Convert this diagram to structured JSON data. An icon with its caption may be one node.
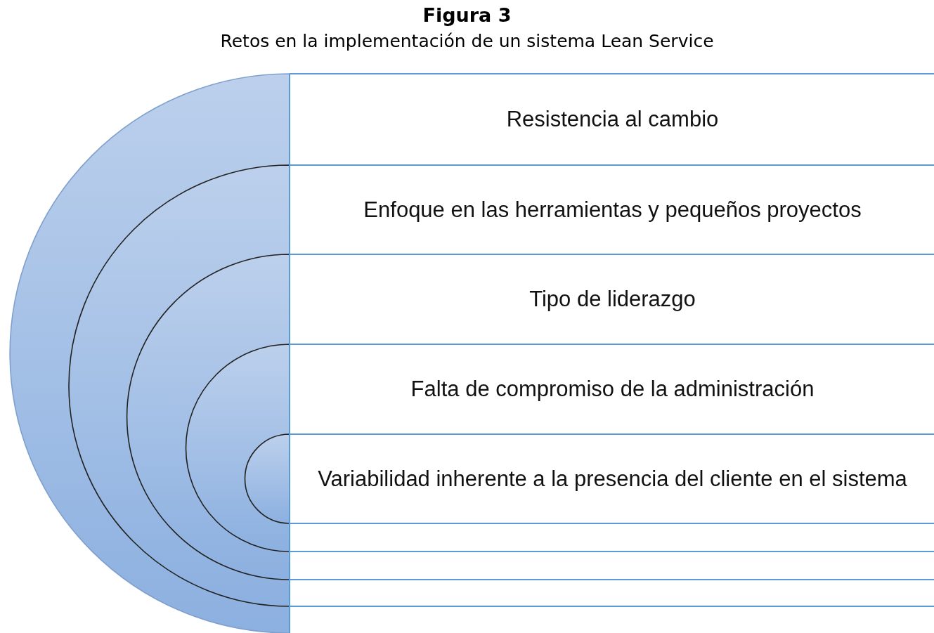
{
  "diagram": {
    "title": "Figura 3",
    "nodes": [
      {
        "text": [
          "Resistencia al cambio"
        ]
      },
      {
        "text": [
          "Enfoque en las herramientas y pequeños proyectos"
        ]
      },
      {
        "text": [
          "Tipo de liderazgo"
        ]
      },
      {
        "text": [
          "Falta de compromiso de la administración"
        ]
      },
      {
        "text": [
          "Variabilidad inherente a la presencia del cliente en el sistema"
        ]
      }
    ],
    "labels": [
      "Retos en la implementación de un sistema Lean Service"
    ]
  }
}
